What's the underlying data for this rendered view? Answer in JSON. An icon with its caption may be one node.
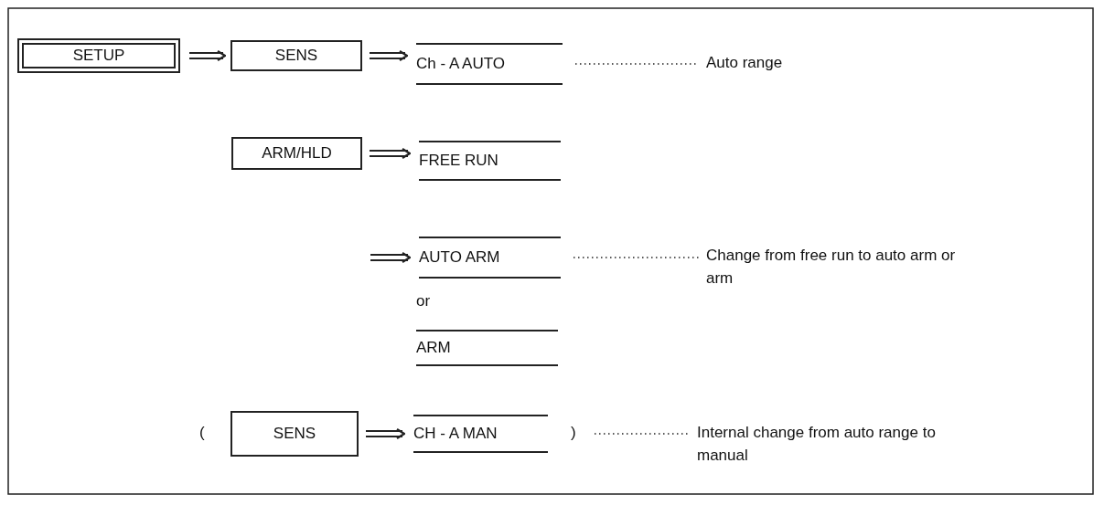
{
  "diagram": {
    "nodes": [
      {
        "text": [
          "SETUP"
        ]
      },
      {
        "text": [
          "SENS"
        ]
      },
      {
        "text": [
          "Ch - A AUTO"
        ]
      },
      {
        "text": [
          "Auto range"
        ]
      },
      {
        "text": [
          "ARM/HLD"
        ]
      },
      {
        "text": [
          "FREE RUN"
        ]
      },
      {
        "text": [
          "AUTO ARM"
        ]
      },
      {
        "text": [
          "ARM"
        ]
      },
      {
        "text": [
          "Change from free run to auto arm or arm"
        ]
      },
      {
        "text": [
          "SENS"
        ]
      },
      {
        "text": [
          "CH - A MAN"
        ]
      },
      {
        "text": [
          "Internal change from auto range to manual"
        ]
      }
    ],
    "edges": [
      {
        "from": 0,
        "to": 1,
        "arrow": "to"
      },
      {
        "from": 1,
        "to": 2,
        "arrow": "to"
      },
      {
        "from": 2,
        "to": 3,
        "arrow": "none",
        "style": "dashed"
      },
      {
        "from": 4,
        "to": 5,
        "arrow": "to"
      },
      {
        "from": null,
        "to": 6,
        "arrow": "to"
      },
      {
        "from": 6,
        "to": 8,
        "arrow": "none",
        "style": "dashed"
      },
      {
        "from": 9,
        "to": 10,
        "arrow": "to"
      },
      {
        "from": 10,
        "to": 11,
        "arrow": "none",
        "style": "dashed"
      }
    ],
    "labels": [
      "or",
      "(",
      ")"
    ]
  }
}
